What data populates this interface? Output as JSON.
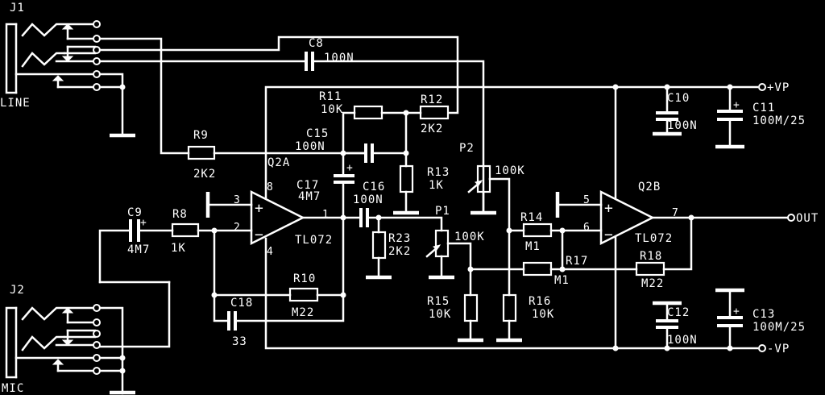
{
  "jacks": {
    "j1": "J1",
    "j1_label": "LINE",
    "j2": "J2",
    "j2_label": "MIC"
  },
  "opamps": {
    "q2a": {
      "ref": "Q2A",
      "part": "TL072",
      "pin_in_plus": "3",
      "pin_in_minus": "2",
      "pin_out": "1",
      "pin_vp": "8",
      "pin_vn": "4"
    },
    "q2b": {
      "ref": "Q2B",
      "part": "TL072",
      "pin_in_plus": "5",
      "pin_in_minus": "6",
      "pin_out": "7"
    }
  },
  "components": {
    "c8": {
      "ref": "C8",
      "value": "100N"
    },
    "c9": {
      "ref": "C9",
      "value": "4M7"
    },
    "c10": {
      "ref": "C10",
      "value": "100N"
    },
    "c11": {
      "ref": "C11",
      "value": "100M/25"
    },
    "c12": {
      "ref": "C12",
      "value": "100N"
    },
    "c13": {
      "ref": "C13",
      "value": "100M/25"
    },
    "c15": {
      "ref": "C15",
      "value": "100N"
    },
    "c16": {
      "ref": "C16",
      "value": "100N"
    },
    "c17": {
      "ref": "C17",
      "value": "4M7"
    },
    "c18": {
      "ref": "C18",
      "value": "33"
    },
    "r8": {
      "ref": "R8",
      "value": "1K"
    },
    "r9": {
      "ref": "R9",
      "value": "2K2"
    },
    "r10": {
      "ref": "R10",
      "value": "M22"
    },
    "r11": {
      "ref": "R11",
      "value": "10K"
    },
    "r12": {
      "ref": "R12",
      "value": "2K2"
    },
    "r13": {
      "ref": "R13",
      "value": "1K"
    },
    "r14": {
      "ref": "R14",
      "value": "M1"
    },
    "r15": {
      "ref": "R15",
      "value": "10K"
    },
    "r16": {
      "ref": "R16",
      "value": "10K"
    },
    "r17": {
      "ref": "R17",
      "value": "M1"
    },
    "r18": {
      "ref": "R18",
      "value": "M22"
    },
    "r23": {
      "ref": "R23",
      "value": "2K2"
    },
    "p1": {
      "ref": "P1",
      "value": "100K"
    },
    "p2": {
      "ref": "P2",
      "value": "100K"
    }
  },
  "rails": {
    "vp_pos": "+VP",
    "vp_neg": "-VP",
    "out": "OUT"
  },
  "colors": {
    "background": "#000000",
    "ink": "#ffffff"
  }
}
